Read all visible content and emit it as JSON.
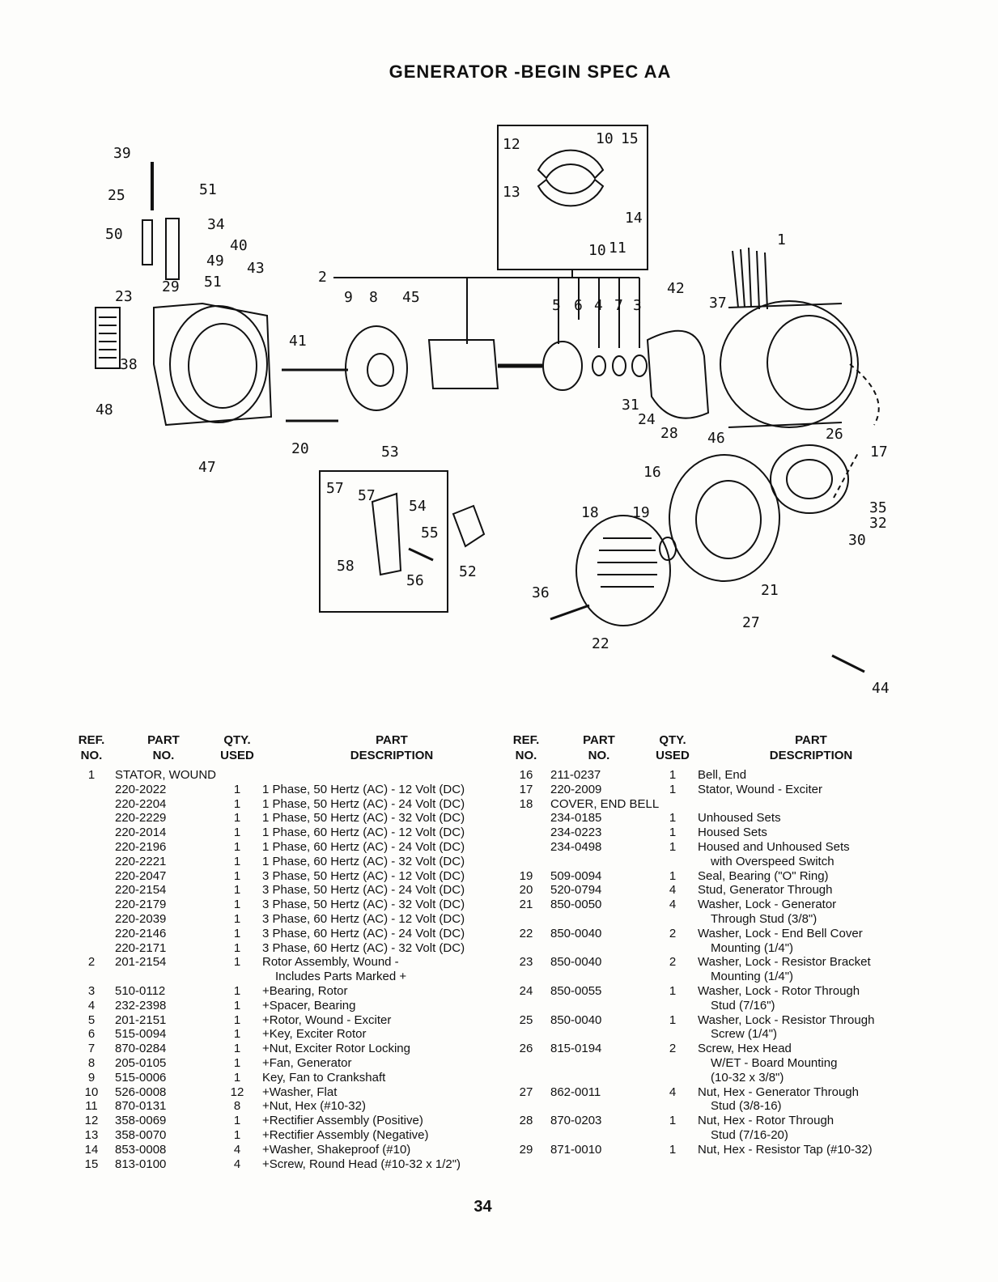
{
  "page_title": "GENERATOR -BEGIN SPEC AA",
  "page_number": "34",
  "headers": {
    "ref": [
      "REF.",
      "NO."
    ],
    "part": [
      "PART",
      "NO."
    ],
    "qty": [
      "QTY.",
      "USED"
    ],
    "desc": [
      "PART",
      "DESCRIPTION"
    ]
  },
  "diagram_callouts": [
    "39",
    "25",
    "51",
    "34",
    "50",
    "40",
    "49",
    "29",
    "51",
    "43",
    "23",
    "38",
    "48",
    "9",
    "8",
    "45",
    "2",
    "41",
    "20",
    "47",
    "12",
    "10",
    "15",
    "13",
    "14",
    "10",
    "11",
    "5",
    "6",
    "4",
    "7",
    "3",
    "42",
    "37",
    "1",
    "31",
    "24",
    "28",
    "46",
    "26",
    "17",
    "16",
    "35",
    "32",
    "30",
    "53",
    "57",
    "57",
    "54",
    "55",
    "58",
    "56",
    "52",
    "18",
    "19",
    "36",
    "22",
    "21",
    "27",
    "44"
  ],
  "left_table": [
    {
      "ref": "1",
      "part": "STATOR, WOUND",
      "qty": "",
      "desc": [],
      "group": true
    },
    {
      "ref": "",
      "part": "220-2022",
      "qty": "1",
      "desc": [
        "1 Phase, 50 Hertz (AC) - 12 Volt (DC)"
      ]
    },
    {
      "ref": "",
      "part": "220-2204",
      "qty": "1",
      "desc": [
        "1 Phase, 50 Hertz (AC) - 24 Volt (DC)"
      ]
    },
    {
      "ref": "",
      "part": "220-2229",
      "qty": "1",
      "desc": [
        "1 Phase, 50 Hertz (AC) - 32 Volt (DC)"
      ]
    },
    {
      "ref": "",
      "part": "220-2014",
      "qty": "1",
      "desc": [
        "1 Phase, 60 Hertz (AC) - 12 Volt (DC)"
      ]
    },
    {
      "ref": "",
      "part": "220-2196",
      "qty": "1",
      "desc": [
        "1 Phase, 60 Hertz (AC) - 24 Volt (DC)"
      ]
    },
    {
      "ref": "",
      "part": "220-2221",
      "qty": "1",
      "desc": [
        "1 Phase, 60 Hertz (AC) - 32 Volt (DC)"
      ]
    },
    {
      "ref": "",
      "part": "220-2047",
      "qty": "1",
      "desc": [
        "3 Phase, 50 Hertz (AC) - 12 Volt (DC)"
      ]
    },
    {
      "ref": "",
      "part": "220-2154",
      "qty": "1",
      "desc": [
        "3 Phase, 50 Hertz (AC) - 24 Volt (DC)"
      ]
    },
    {
      "ref": "",
      "part": "220-2179",
      "qty": "1",
      "desc": [
        "3 Phase, 50 Hertz (AC) - 32 Volt (DC)"
      ]
    },
    {
      "ref": "",
      "part": "220-2039",
      "qty": "1",
      "desc": [
        "3 Phase, 60 Hertz (AC) - 12 Volt (DC)"
      ]
    },
    {
      "ref": "",
      "part": "220-2146",
      "qty": "1",
      "desc": [
        "3 Phase, 60 Hertz (AC) - 24 Volt (DC)"
      ]
    },
    {
      "ref": "",
      "part": "220-2171",
      "qty": "1",
      "desc": [
        "3 Phase, 60 Hertz (AC) - 32 Volt (DC)"
      ]
    },
    {
      "ref": "2",
      "part": "201-2154",
      "qty": "1",
      "desc": [
        "Rotor Assembly, Wound -",
        "Includes Parts Marked +"
      ]
    },
    {
      "ref": "3",
      "part": "510-0112",
      "qty": "1",
      "desc": [
        "+Bearing, Rotor"
      ]
    },
    {
      "ref": "4",
      "part": "232-2398",
      "qty": "1",
      "desc": [
        "+Spacer, Bearing"
      ]
    },
    {
      "ref": "5",
      "part": "201-2151",
      "qty": "1",
      "desc": [
        "+Rotor, Wound - Exciter"
      ]
    },
    {
      "ref": "6",
      "part": "515-0094",
      "qty": "1",
      "desc": [
        "+Key, Exciter Rotor"
      ]
    },
    {
      "ref": "7",
      "part": "870-0284",
      "qty": "1",
      "desc": [
        "+Nut, Exciter Rotor Locking"
      ]
    },
    {
      "ref": "8",
      "part": "205-0105",
      "qty": "1",
      "desc": [
        "+Fan, Generator"
      ]
    },
    {
      "ref": "9",
      "part": "515-0006",
      "qty": "1",
      "desc": [
        "Key, Fan to Crankshaft"
      ]
    },
    {
      "ref": "10",
      "part": "526-0008",
      "qty": "12",
      "desc": [
        "+Washer, Flat"
      ]
    },
    {
      "ref": "11",
      "part": "870-0131",
      "qty": "8",
      "desc": [
        "+Nut, Hex (#10-32)"
      ]
    },
    {
      "ref": "12",
      "part": "358-0069",
      "qty": "1",
      "desc": [
        "+Rectifier Assembly (Positive)"
      ]
    },
    {
      "ref": "13",
      "part": "358-0070",
      "qty": "1",
      "desc": [
        "+Rectifier Assembly (Negative)"
      ]
    },
    {
      "ref": "14",
      "part": "853-0008",
      "qty": "4",
      "desc": [
        "+Washer, Shakeproof (#10)"
      ]
    },
    {
      "ref": "15",
      "part": "813-0100",
      "qty": "4",
      "desc": [
        "+Screw, Round Head (#10-32 x 1/2\")"
      ]
    }
  ],
  "right_table": [
    {
      "ref": "16",
      "part": "211-0237",
      "qty": "1",
      "desc": [
        "Bell, End"
      ]
    },
    {
      "ref": "17",
      "part": "220-2009",
      "qty": "1",
      "desc": [
        "Stator, Wound - Exciter"
      ]
    },
    {
      "ref": "18",
      "part": "COVER, END BELL",
      "qty": "",
      "desc": [],
      "group": true
    },
    {
      "ref": "",
      "part": "234-0185",
      "qty": "1",
      "desc": [
        "Unhoused Sets"
      ]
    },
    {
      "ref": "",
      "part": "234-0223",
      "qty": "1",
      "desc": [
        "Housed Sets"
      ]
    },
    {
      "ref": "",
      "part": "234-0498",
      "qty": "1",
      "desc": [
        "Housed and Unhoused Sets",
        "with Overspeed Switch"
      ]
    },
    {
      "ref": "19",
      "part": "509-0094",
      "qty": "1",
      "desc": [
        "Seal, Bearing (\"O\" Ring)"
      ]
    },
    {
      "ref": "20",
      "part": "520-0794",
      "qty": "4",
      "desc": [
        "Stud, Generator Through"
      ]
    },
    {
      "ref": "21",
      "part": "850-0050",
      "qty": "4",
      "desc": [
        "Washer, Lock - Generator",
        "Through Stud (3/8\")"
      ]
    },
    {
      "ref": "22",
      "part": "850-0040",
      "qty": "2",
      "desc": [
        "Washer, Lock - End Bell Cover",
        "Mounting (1/4\")"
      ]
    },
    {
      "ref": "23",
      "part": "850-0040",
      "qty": "2",
      "desc": [
        "Washer, Lock - Resistor Bracket",
        "Mounting (1/4\")"
      ]
    },
    {
      "ref": "24",
      "part": "850-0055",
      "qty": "1",
      "desc": [
        "Washer, Lock - Rotor Through",
        "Stud (7/16\")"
      ]
    },
    {
      "ref": "25",
      "part": "850-0040",
      "qty": "1",
      "desc": [
        "Washer, Lock - Resistor Through",
        "Screw (1/4\")"
      ]
    },
    {
      "ref": "26",
      "part": "815-0194",
      "qty": "2",
      "desc": [
        "Screw, Hex Head",
        "W/ET - Board Mounting",
        "(10-32 x 3/8\")"
      ]
    },
    {
      "ref": "27",
      "part": "862-0011",
      "qty": "4",
      "desc": [
        "Nut, Hex - Generator Through",
        "Stud (3/8-16)"
      ]
    },
    {
      "ref": "28",
      "part": "870-0203",
      "qty": "1",
      "desc": [
        "Nut, Hex - Rotor Through",
        "Stud (7/16-20)"
      ]
    },
    {
      "ref": "29",
      "part": "871-0010",
      "qty": "1",
      "desc": [
        "Nut, Hex - Resistor Tap (#10-32)"
      ]
    }
  ]
}
